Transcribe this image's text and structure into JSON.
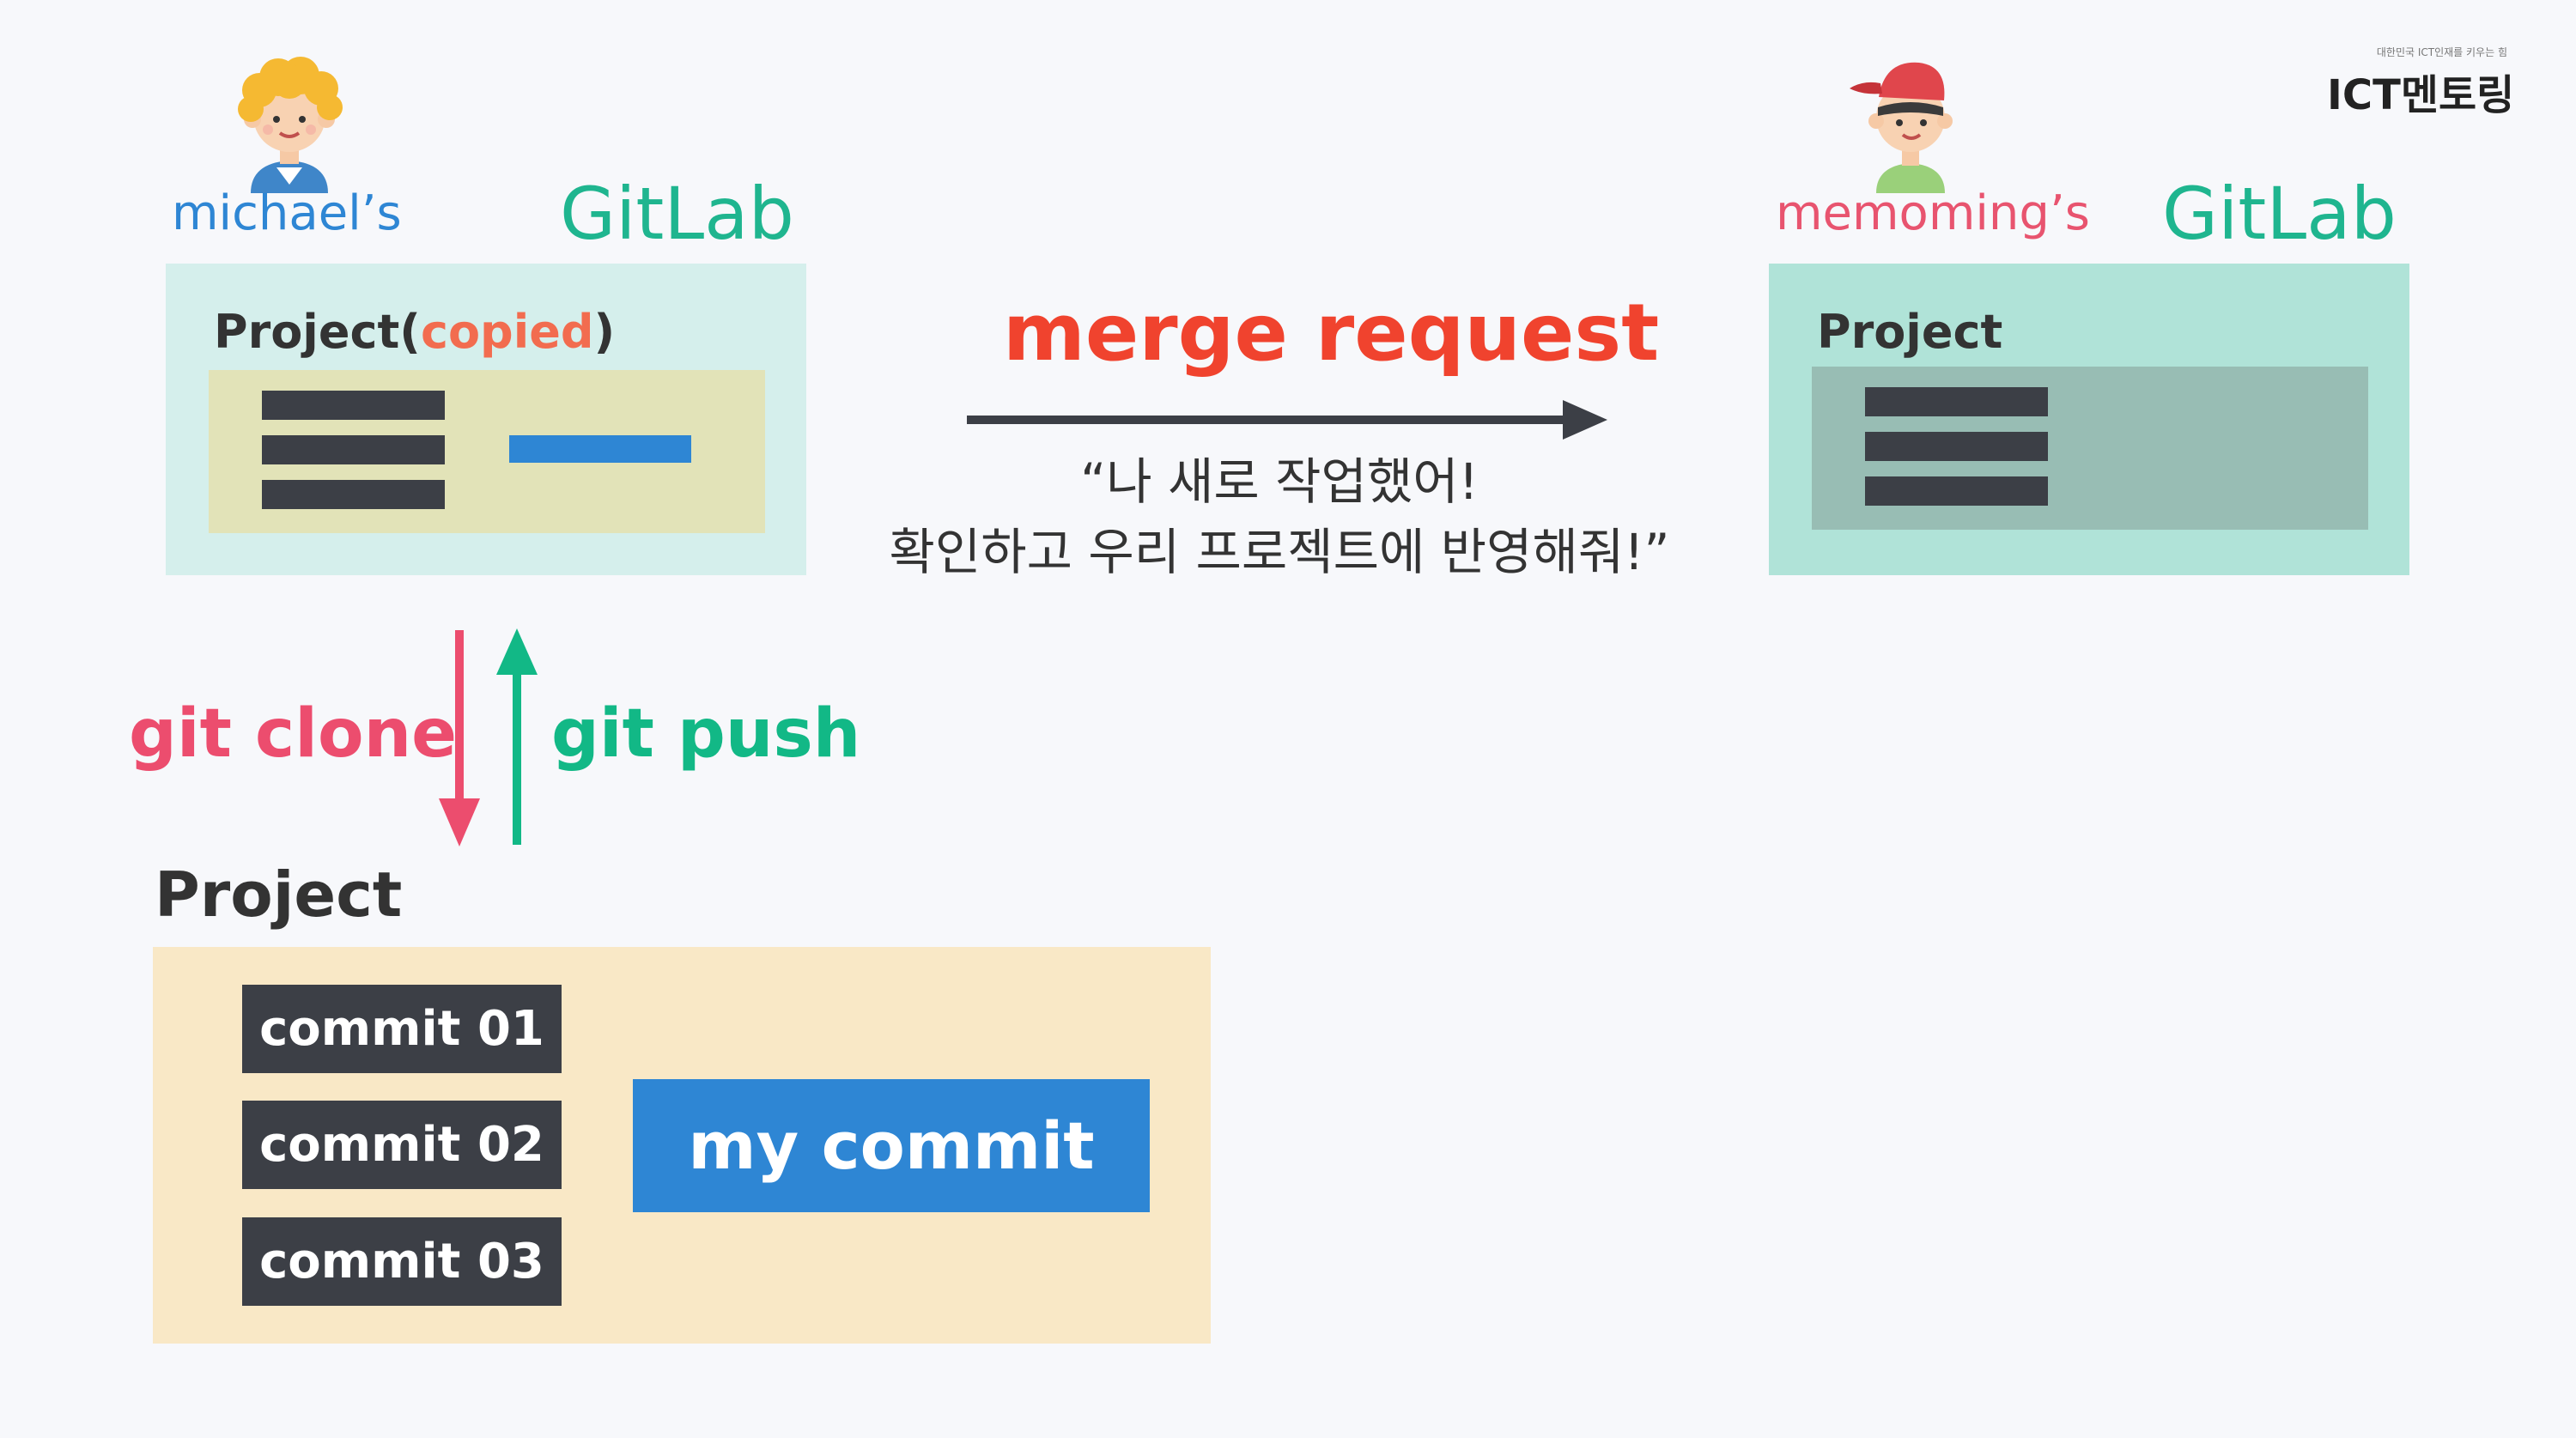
{
  "left": {
    "owner": "michael’s",
    "platform": "GitLab",
    "project_title": "Project(",
    "project_copied": "copied",
    "project_close": ")"
  },
  "right": {
    "owner": "memoming’s",
    "platform": "GitLab",
    "project_title": "Project"
  },
  "merge": {
    "label": "merge request",
    "quote_line1": "“나 새로 작업했어!",
    "quote_line2": "확인하고 우리 프로젝트에 반영해줘!”"
  },
  "sync": {
    "clone_label": "git clone",
    "push_label": "git push"
  },
  "local": {
    "title": "Project",
    "commits": [
      "commit 01",
      "commit 02",
      "commit 03"
    ],
    "my_commit": "my commit"
  },
  "logo": {
    "tagline": "대한민국 ICT인재를 키우는 힘",
    "main": "ICT멘토링"
  },
  "colors": {
    "background": "#f7f8fb",
    "owner_left": "#2e86d4",
    "owner_right": "#e8546f",
    "gitlab": "#1fb58f",
    "merge": "#f0432e",
    "clone": "#ec4d6e",
    "push": "#12b886",
    "commit_dark": "#3c3f46",
    "my_commit": "#2e86d4"
  }
}
